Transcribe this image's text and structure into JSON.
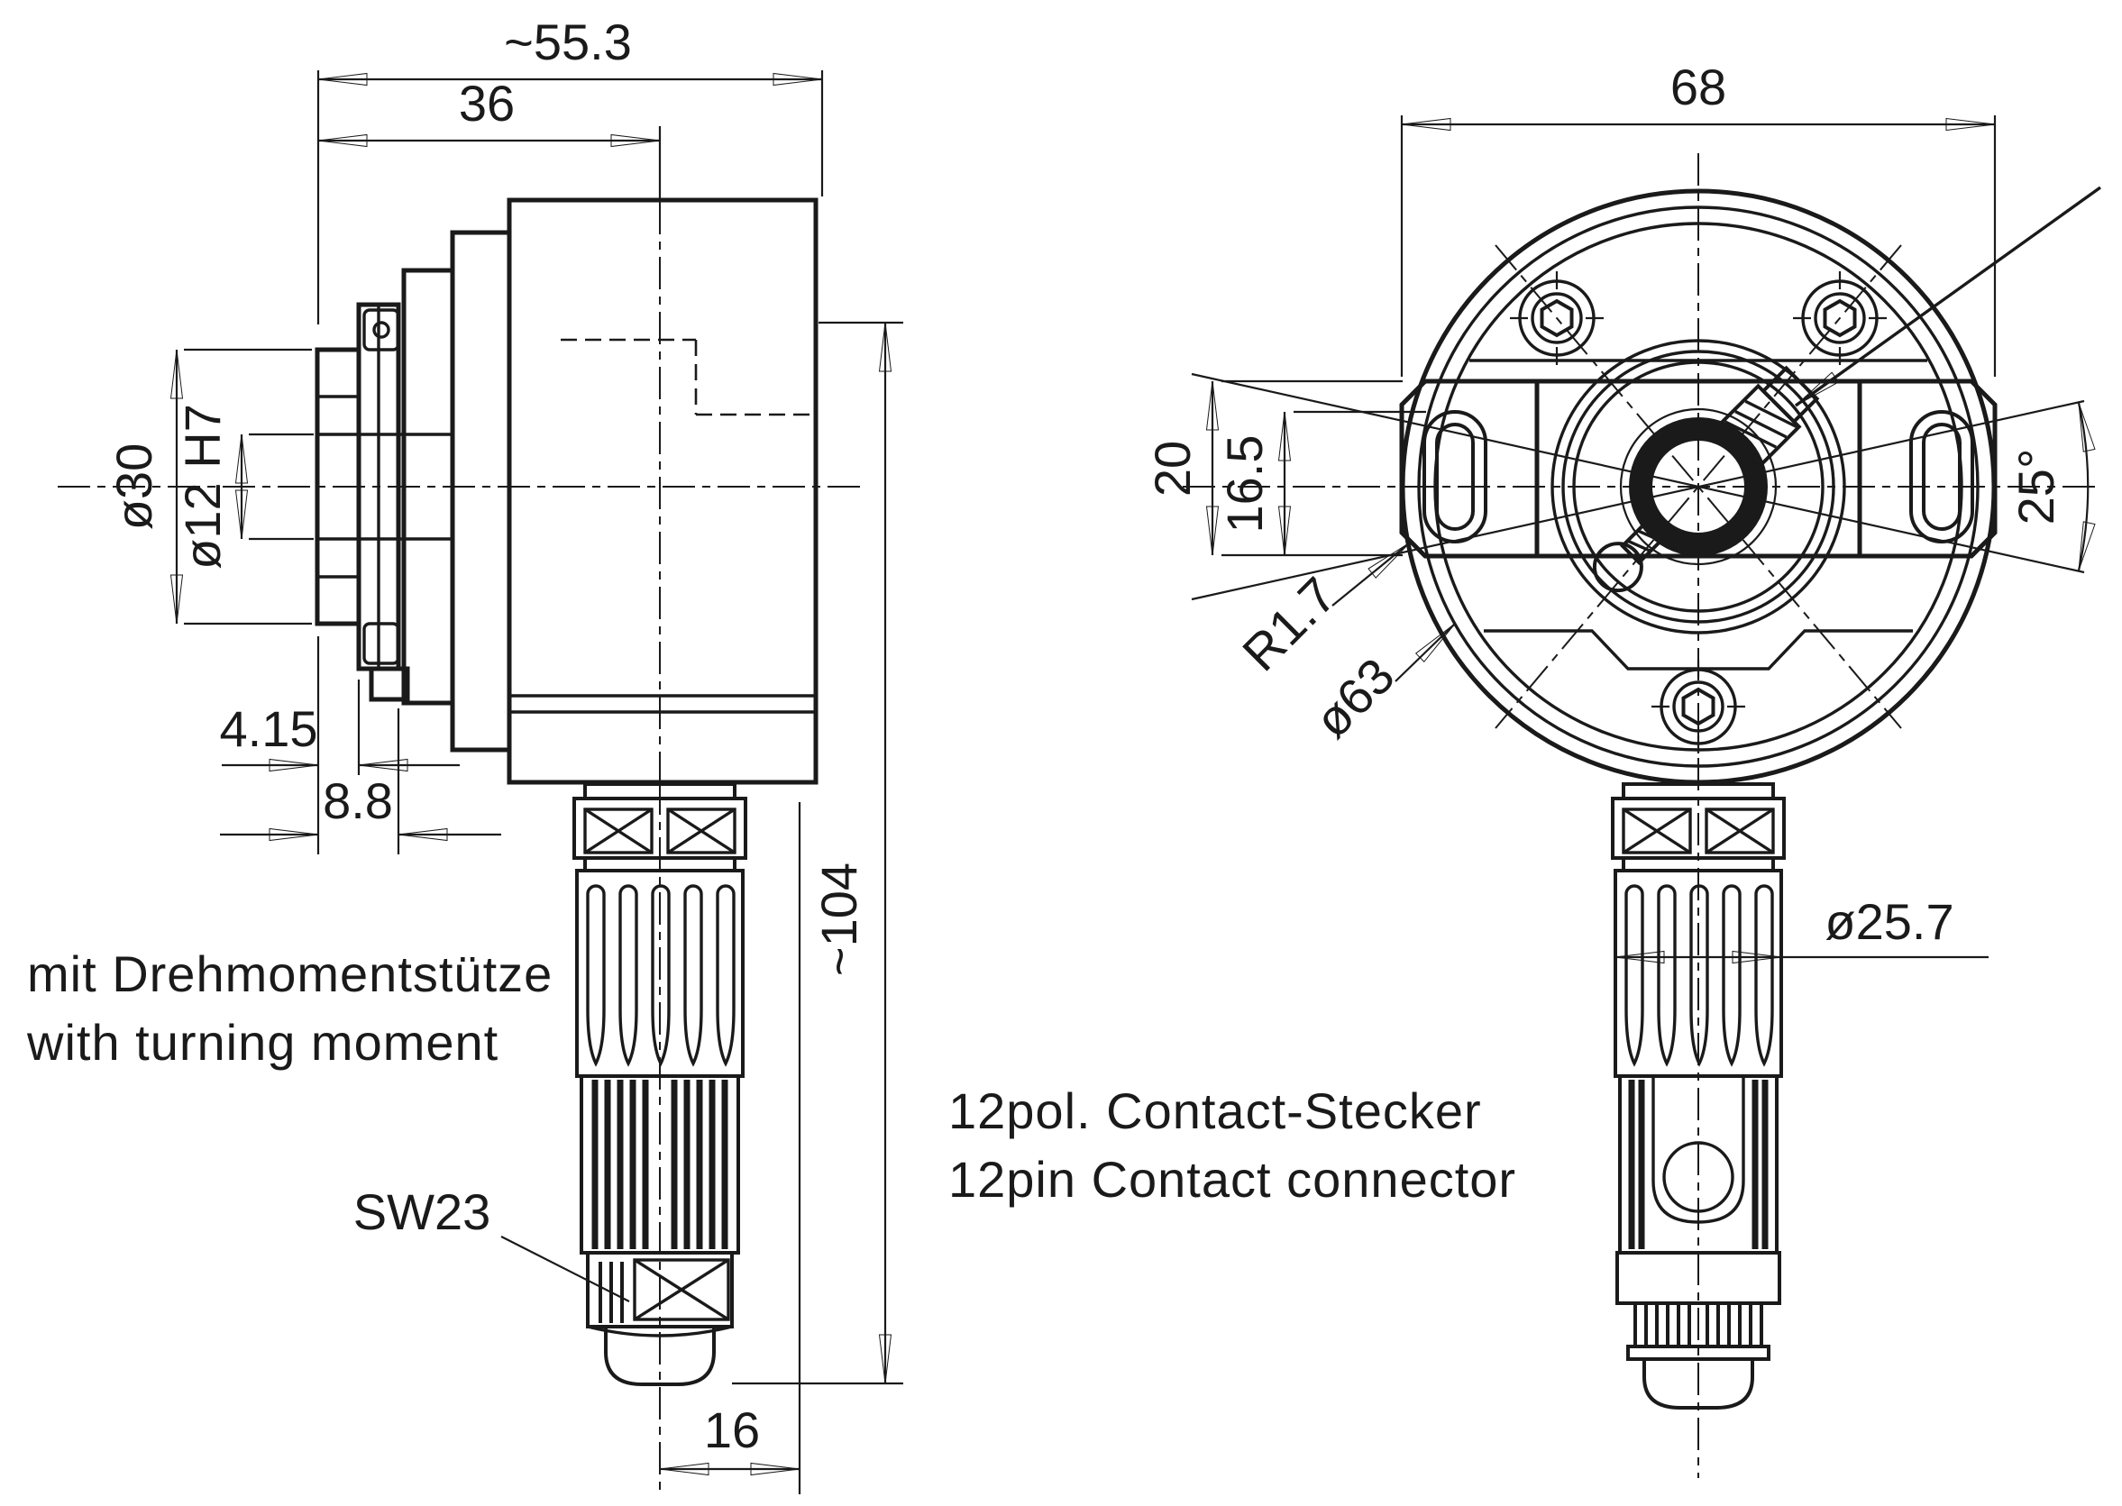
{
  "drawing": {
    "left_view": {
      "dims": {
        "overall_width": "~55.3",
        "flange_to_axis": "36",
        "clamp_diameter": "ø30",
        "bore": "ø12 H7",
        "plate_thickness": "4.15",
        "clamp_depth": "8.8",
        "wrench_size": "SW23",
        "overall_height": "~104",
        "axis_offset": "16"
      },
      "note_line1": "mit Drehmomentstütze",
      "note_line2": "with turning moment"
    },
    "right_view": {
      "dims": {
        "plate_width": "68",
        "slot_length": "20",
        "slot_inner_length": "16.5",
        "corner_radius": "R1.7",
        "body_diameter": "ø63",
        "cone_angle": "25°",
        "connector_diameter": "ø25.7"
      },
      "note_line1": "12pol. Contact-Stecker",
      "note_line2": "12pin Contact connector"
    },
    "line_color": "#1a1a1a",
    "background": "#ffffff"
  }
}
